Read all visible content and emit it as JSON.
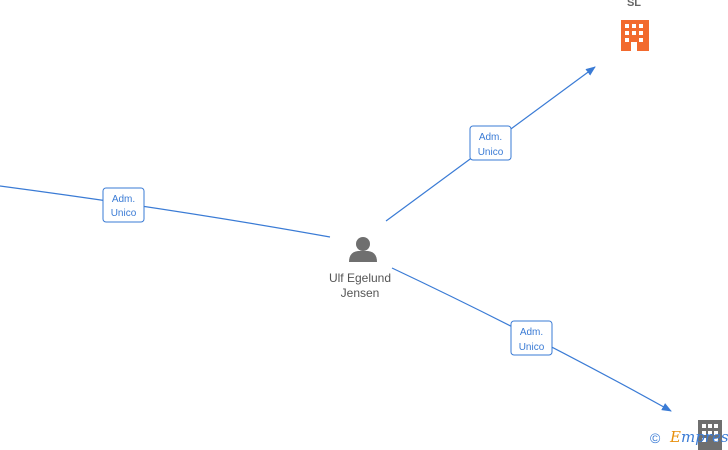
{
  "nodes": {
    "person": {
      "name_line1": "Ulf Egelund",
      "name_line2": "Jensen",
      "icon": "person-icon",
      "color": "#6f6f6f"
    },
    "company_top": {
      "label": "SL",
      "icon": "building-icon",
      "color": "#f26a2e"
    },
    "company_bottom": {
      "icon": "building-icon",
      "color": "#6f6f6f"
    }
  },
  "edges": [
    {
      "label_line1": "Adm.",
      "label_line2": "Unico"
    },
    {
      "label_line1": "Adm.",
      "label_line2": "Unico"
    },
    {
      "label_line1": "Adm.",
      "label_line2": "Unico"
    }
  ],
  "footer": {
    "copyright": "©",
    "brand_first": "E",
    "brand_rest": "mpresia"
  },
  "colors": {
    "edge": "#3a7bd5",
    "accent": "#e8900c"
  }
}
